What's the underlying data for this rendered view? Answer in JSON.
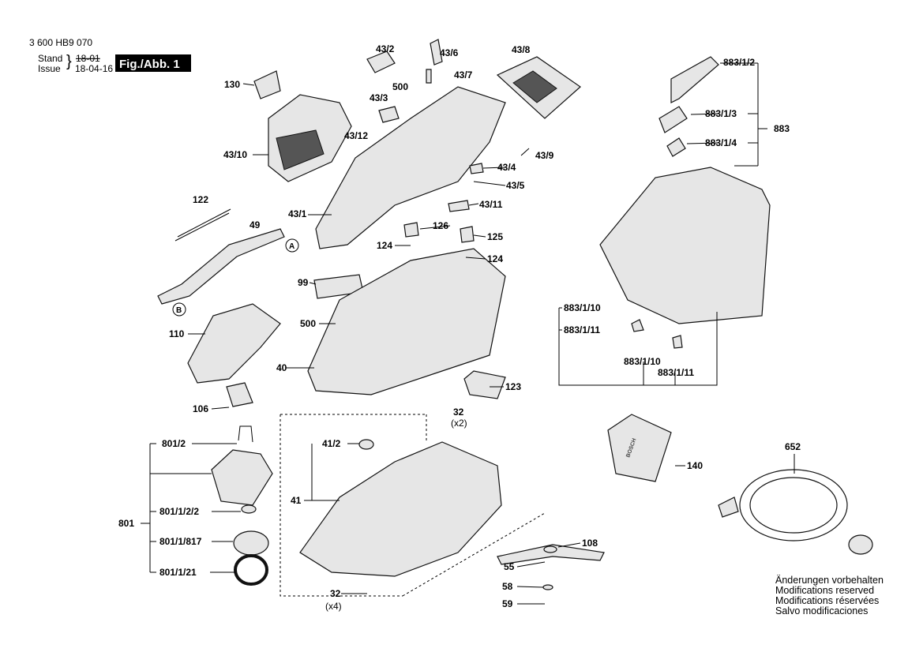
{
  "header": {
    "doc_number": "3 600 HB9 070",
    "stand_label": "Stand",
    "issue_label": "Issue",
    "stand_value": "18-01",
    "issue_value": "18-04-16",
    "figure_label": "Fig./Abb. 1"
  },
  "callouts": [
    "130",
    "43/2",
    "43/6",
    "43/8",
    "43/7",
    "500",
    "43/3",
    "43/12",
    "43/10",
    "43/4",
    "43/9",
    "43/5",
    "122",
    "49",
    "A",
    "43/1",
    "43/11",
    "126",
    "125",
    "124",
    "124",
    "B",
    "99",
    "500",
    "110",
    "40",
    "123",
    "32",
    "(x2)",
    "106",
    "801/2",
    "41/2",
    "41",
    "801",
    "801/1/2/2",
    "801/1/817",
    "801/1/21",
    "108",
    "55",
    "58",
    "59",
    "32",
    "(x4)",
    "140",
    "652",
    "883/1/2",
    "883/1/3",
    "883",
    "883/1/4",
    "883/1/10",
    "883/1/11",
    "883/1/10",
    "883/1/11"
  ],
  "notes": [
    "Änderungen vorbehalten",
    "Modifications reserved",
    "Modifications réservées",
    "Salvo modificaciones"
  ],
  "logo_text": "BOSCH"
}
